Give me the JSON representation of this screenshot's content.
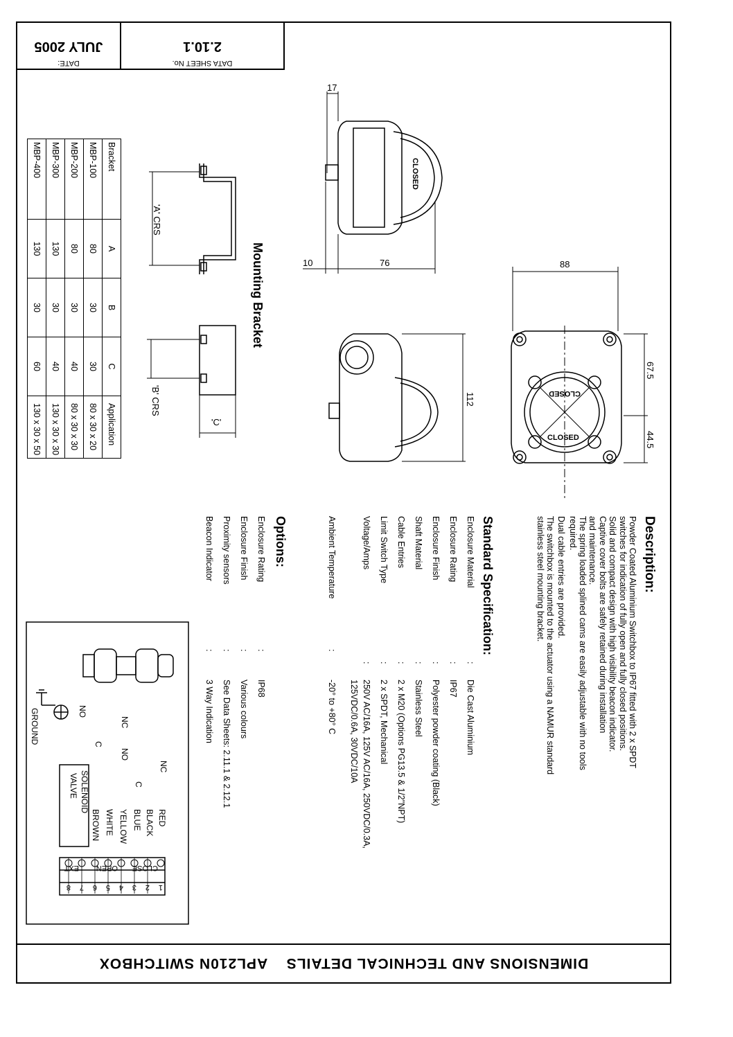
{
  "header": {
    "data_sheet_label": "DATA SHEET No.",
    "data_sheet_no": "2.10.1",
    "date_label": "DATE:",
    "date": "JULY 2005"
  },
  "title": "DIMENSIONS AND TECHNICAL DETAILS    APL210N SWITCHBOX",
  "description": {
    "heading": "Description:",
    "lines": [
      "Powder Coated Aluminium Switchbox to IP67 fitted with 2 x SPDT",
      "switches for indication of fully open and fully closed positions.",
      "Solid and compact design with high visibility beacon indicator.",
      "Captive cover bolts are safely retained during installation",
      "and maintenance.",
      "The spring loaded splined cams are easily adjustable with no tools",
      "required.",
      "Dual cable entries are provided.",
      "The switchbox is mounted to the actuator using a NAMUR standard",
      "stainless steel mounting bracket."
    ]
  },
  "standard_spec": {
    "heading": "Standard Specification:",
    "rows": [
      {
        "label": "Enclosure Material",
        "value": "Die Cast Aluminium"
      },
      {
        "label": "Enclosure Rating",
        "value": "IP67"
      },
      {
        "label": "Enclosure Finish",
        "value": "Polyester powder coating (Black)"
      },
      {
        "label": "Shaft Material",
        "value": "Stainless Steel"
      },
      {
        "label": "Cable Entries",
        "value": "2 x M20 (Options PG13.5 & 1/2\"NPT)"
      },
      {
        "label": "Limit Switch Type",
        "value": "2 x SPDT, Mechanical"
      },
      {
        "label": "Voltage/Amps",
        "value": "250V AC/16A, 125V AC/16A, 250VDC/0.3A,"
      },
      {
        "label": "",
        "value": "125VDC/0.6A, 30VDC/10A"
      },
      {
        "label": "Ambient Temperature",
        "value": "-20° to +80° C"
      }
    ]
  },
  "options": {
    "heading": "Options:",
    "rows": [
      {
        "label": "Enclosure  Rating",
        "value": "IP68"
      },
      {
        "label": "Enclosure Finish",
        "value": "Various colours"
      },
      {
        "label": "Proximity sensors",
        "value": "See Data Sheets: 2.11.1 & 2.12.1"
      },
      {
        "label": "Beacon Indicator",
        "value": "3 Way Indication"
      }
    ]
  },
  "colon": ":",
  "mounting_bracket": {
    "heading": "Mounting Bracket",
    "a_crs": "'A' CRS",
    "b_crs": "'B' CRS",
    "c": "'C'"
  },
  "bracket_table": {
    "headers": [
      "Bracket",
      "A",
      "B",
      "C",
      "Application"
    ],
    "rows": [
      [
        "MBP-100",
        "80",
        "30",
        "30",
        "80 x 30 x 20"
      ],
      [
        "MBP-200",
        "80",
        "30",
        "40",
        "80 x 30 x 30"
      ],
      [
        "MBP-300",
        "130",
        "30",
        "40",
        "130 x 30 x 30"
      ],
      [
        "MBP-400",
        "130",
        "30",
        "60",
        "130 x 30 x 50"
      ]
    ]
  },
  "dimensions": {
    "d17": "17",
    "d10": "10",
    "d76": "76",
    "d88": "88",
    "d112": "112",
    "d67_5": "67.5",
    "d44_5": "44.5",
    "closed": "CLOSED"
  },
  "wiring": {
    "ground": "GROUND",
    "nc": "NC",
    "no": "NO",
    "c": "C",
    "wires": [
      "RED",
      "BLACK",
      "BLUE",
      "YELLOW",
      "WHITE",
      "BROWN"
    ],
    "solenoid": [
      "SOLENOID",
      "VALVE"
    ],
    "terminals": [
      "1",
      "2",
      "3",
      "4",
      "5",
      "6",
      "7",
      "8"
    ],
    "terminal_groups": [
      "CLOSE",
      "OPEN",
      "EXT"
    ]
  }
}
